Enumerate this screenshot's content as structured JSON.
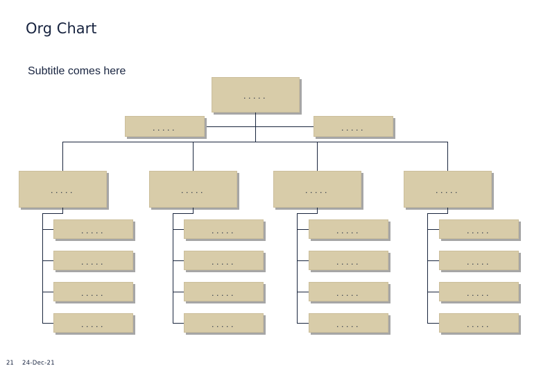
{
  "slide": {
    "title": "Org Chart",
    "subtitle": "Subtitle comes here",
    "footer": {
      "page_number": "21",
      "date": "24-Dec-21"
    }
  },
  "colors": {
    "background": "#FFFFFF",
    "box_fill": "#D8CCA9",
    "box_border": "#CBBE9B",
    "box_shadow": "#A6A6A6",
    "connector": "#18243C",
    "text": "#17233F"
  },
  "org_chart": {
    "root": {
      "label": "....."
    },
    "level2": [
      {
        "label": "....."
      },
      {
        "label": "....."
      }
    ],
    "branches": [
      {
        "label": ".....",
        "children": [
          {
            "label": "....."
          },
          {
            "label": "....."
          },
          {
            "label": "....."
          },
          {
            "label": "....."
          }
        ]
      },
      {
        "label": ".....",
        "children": [
          {
            "label": "....."
          },
          {
            "label": "....."
          },
          {
            "label": "....."
          },
          {
            "label": "....."
          }
        ]
      },
      {
        "label": ".....",
        "children": [
          {
            "label": "....."
          },
          {
            "label": "....."
          },
          {
            "label": "....."
          },
          {
            "label": "....."
          }
        ]
      },
      {
        "label": ".....",
        "children": [
          {
            "label": "....."
          },
          {
            "label": "....."
          },
          {
            "label": "....."
          },
          {
            "label": "....."
          }
        ]
      }
    ]
  }
}
